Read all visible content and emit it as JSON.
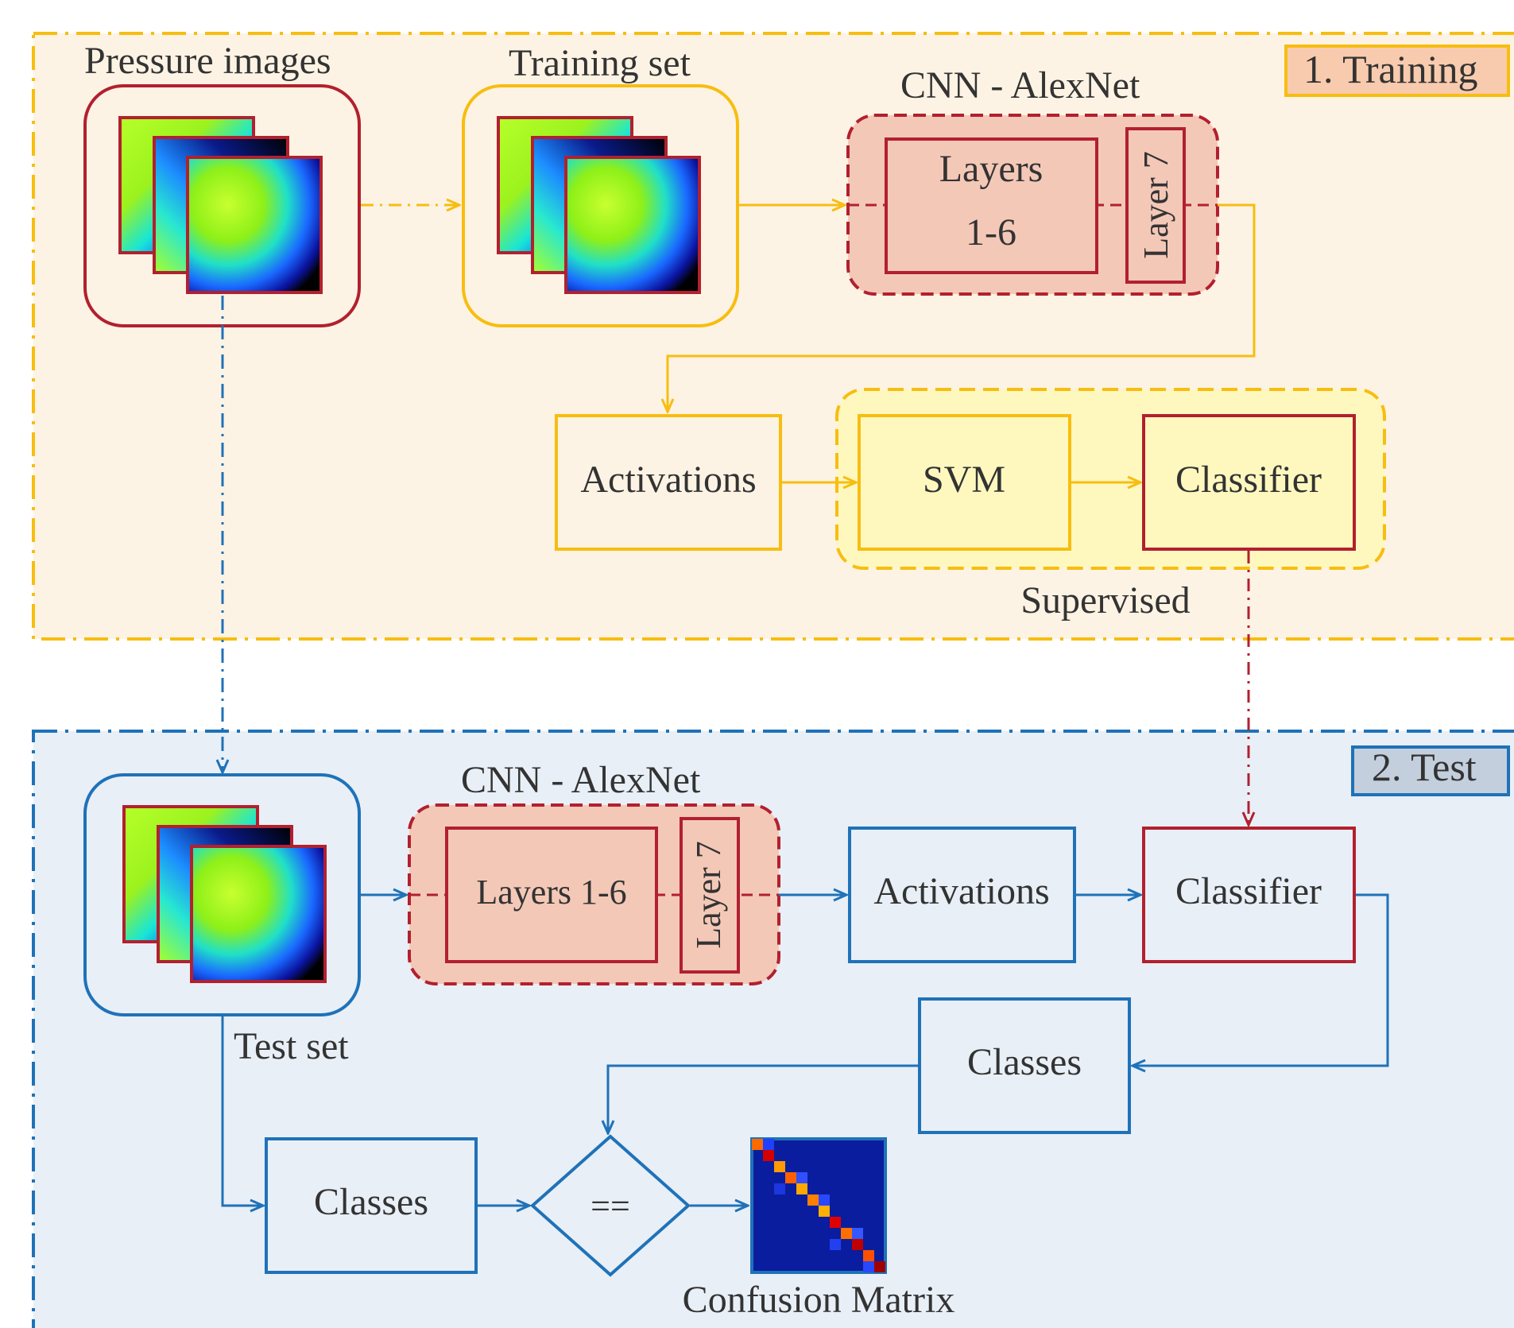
{
  "colors": {
    "training_bg": "#fdf3e4",
    "training_border": "#f7bd10",
    "test_bg": "#e8eff7",
    "test_border": "#1f72b8",
    "cnn_fill": "#f4c8b7",
    "cnn_border": "#b2202f",
    "svm_fill": "#fef8bf",
    "training_tag_fill": "#f8cbae",
    "test_tag_fill": "#c3cfdd",
    "text": "#333333"
  },
  "sections": {
    "training": {
      "tag": "1. Training"
    },
    "test": {
      "tag": "2. Test"
    }
  },
  "training": {
    "pressure_images_label": "Pressure images",
    "training_set_label": "Training set",
    "cnn_title": "CNN - AlexNet",
    "layers_line1": "Layers",
    "layers_line2": "1-6",
    "layer7": "Layer 7",
    "activations": "Activations",
    "svm": "SVM",
    "classifier": "Classifier",
    "supervised": "Supervised"
  },
  "test": {
    "test_set_label": "Test set",
    "cnn_title": "CNN - AlexNet",
    "layers": "Layers 1-6",
    "layer7": "Layer 7",
    "activations": "Activations",
    "classifier": "Classifier",
    "classes_right": "Classes",
    "classes_left": "Classes",
    "compare": "==",
    "confusion_matrix": "Confusion Matrix"
  },
  "icons": {
    "pressure_stack": "pressure-image-stack-icon",
    "confusion_matrix": "confusion-matrix-icon"
  }
}
